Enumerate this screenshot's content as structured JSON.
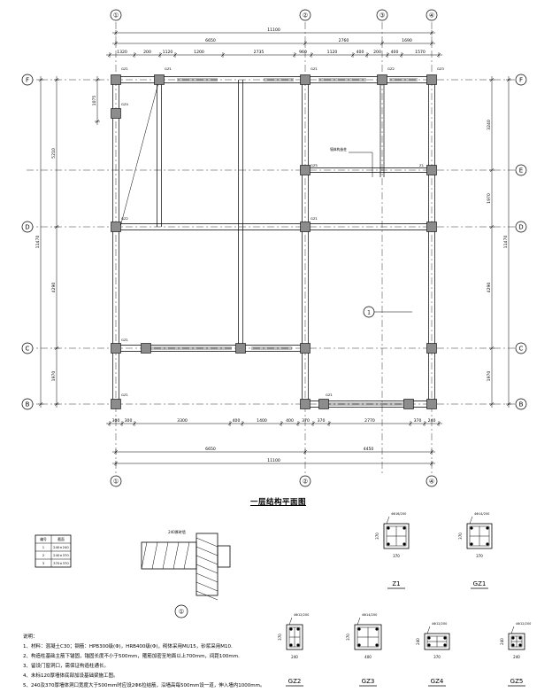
{
  "drawing_title": "一层结构平面图",
  "axes_vertical": [
    "①",
    "②",
    "③",
    "④"
  ],
  "axes_horizontal": [
    "F",
    "E",
    "D",
    "C",
    "B"
  ],
  "top_dims": {
    "overall": "11100",
    "seg1": "6650",
    "seg2": "2760",
    "seg3": "1690",
    "details": [
      "1320",
      "200",
      "1120",
      "1200",
      "2735",
      "960",
      "1120",
      "400",
      "200",
      "400",
      "1570"
    ]
  },
  "bottom_dims": {
    "overall": "11100",
    "seg1": "6650",
    "seg2": "4450",
    "details": [
      "300",
      "300",
      "3300",
      "400",
      "1400",
      "400",
      "370",
      "370",
      "2770",
      "370",
      "240"
    ]
  },
  "left_dims": {
    "overall": "11470",
    "seg1": "5210",
    "seg2": "4290",
    "seg3": "1970",
    "small": "1075"
  },
  "right_dims": {
    "overall": "11470",
    "seg1": "3240",
    "seg2": "1970",
    "seg3": "4290",
    "seg4": "1970"
  },
  "column_labels": [
    "GZ1",
    "GZ1",
    "GZ1",
    "GZ2",
    "GZ3",
    "GZ4",
    "GZ5",
    "Z1",
    "GZ2",
    "GZ1",
    "GZ1",
    "GZ1",
    "GZ1"
  ],
  "callouts": {
    "beam_note": "墙体构造柱",
    "section_ref": "1"
  },
  "table": {
    "header": [
      "编号",
      "截面"
    ],
    "rows": [
      [
        "1",
        "240×240"
      ],
      [
        "2",
        "240×370"
      ],
      [
        "3",
        "370×370"
      ]
    ]
  },
  "details": [
    {
      "name": "Z1",
      "size_w": "370",
      "size_h": "370",
      "rebar": "4Φ16/200"
    },
    {
      "name": "GZ1",
      "size_w": "370",
      "size_h": "370",
      "rebar": "4Φ14/200"
    },
    {
      "name": "GZ2",
      "size_w": "240",
      "size_h": "370",
      "rebar": "4Φ12/200"
    },
    {
      "name": "GZ3",
      "size_w": "400",
      "size_h": "370",
      "rebar": "4Φ14/200"
    },
    {
      "name": "GZ4",
      "size_w": "370",
      "size_h": "240",
      "rebar": "4Φ12/200"
    },
    {
      "name": "GZ5",
      "size_w": "240",
      "size_h": "240",
      "rebar": "4Φ12/200"
    }
  ],
  "section_detail": {
    "label": "①",
    "note": "240厚砖墙"
  },
  "notes": [
    "说明：",
    "1、材料：混凝土C30；钢筋：HPB300级(Φ)，HRB400级(Φ)，砌体采用MU15，砂浆采用M10.",
    "2、构造柱基础主筋下锚固，锚固长度不小于500mm，箍筋加密至地面以上700mm，间距100mm.",
    "3、留设门窗洞口，需保证构造柱通长。",
    "4、未标120厚墙体底部加设基础梁施工图。",
    "5、240及370厚墙体洞口宽度大于500mm时应设2Φ6拉结筋，沿墙高每500mm设一道，伸入墙内1000mm。"
  ]
}
